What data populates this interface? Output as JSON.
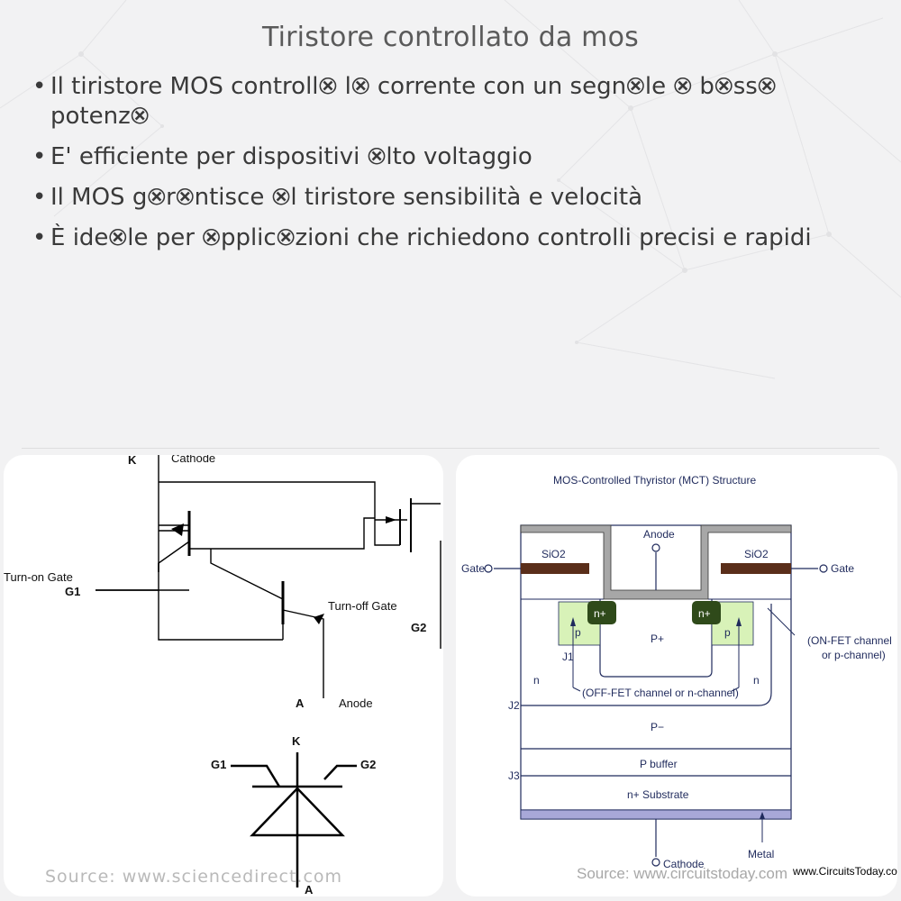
{
  "slide": {
    "title": "Tiristore controllato da mos",
    "bullets": [
      "Il tiristore MOS controll⮿ l⮿ corrente con un segn⮿le ⮿ b⮿ss⮿ potenz⮿",
      "E' efficiente per dispositivi ⮿lto voltaggio",
      "Il MOS g⮿r⮿ntisce ⮿l tiristore sensibilità e velocità",
      "È ide⮿le per ⮿pplic⮿zioni che richiedono controlli precisi e rapidi"
    ]
  },
  "left_figure": {
    "cathode_k": "K",
    "cathode": "Cathode",
    "turn_on_gate": "Turn-on Gate",
    "g1": "G1",
    "turn_off_gate": "Turn-off Gate",
    "g2": "G2",
    "anode_a": "A",
    "anode": "Anode",
    "symbol_k": "K",
    "symbol_g1": "G1",
    "symbol_g2": "G2",
    "symbol_a": "A",
    "source": "Source: www.sciencedirect.com"
  },
  "right_figure": {
    "title": "MOS-Controlled Thyristor (MCT) Structure",
    "anode": "Anode",
    "sio2_left": "SiO2",
    "sio2_right": "SiO2",
    "gate_left": "Gate",
    "gate_right": "Gate",
    "n_plus_left": "n+",
    "n_plus_right": "n+",
    "p_left": "p",
    "p_right": "p",
    "p_plus": "P+",
    "j1": "J1",
    "j2": "J2",
    "j3": "J3",
    "n_left": "n",
    "n_right": "n",
    "on_fet_1": "(ON-FET channel",
    "on_fet_2": "or p-channel)",
    "off_fet": "(OFF-FET channel or n-channel)",
    "p_minus": "P−",
    "p_buffer": "P buffer",
    "n_substrate": "n+ Substrate",
    "cathode": "Cathode",
    "metal": "Metal",
    "site": "www.CircuitsToday.com",
    "source": "Source: www.circuitstoday.com"
  },
  "colors": {
    "background": "#f2f2f3",
    "oxide": "#5a2e1a",
    "n_plus": "#2f4a1a",
    "p_region": "#d8f2b8",
    "metal": "#a8a8d8",
    "label_blue": "#1f2a5c"
  }
}
